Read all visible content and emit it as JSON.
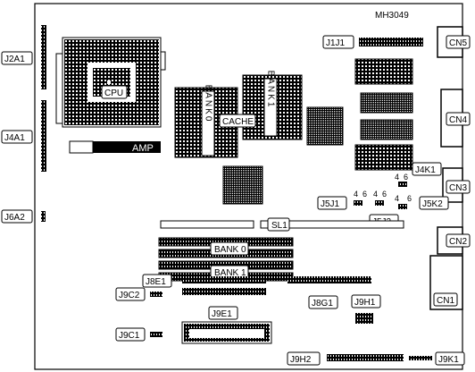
{
  "model_code": "MH3049",
  "labels": {
    "cpu": "CPU",
    "amp": "AMP",
    "cache": "CACHE",
    "bank0_cache": "BANK0",
    "bank1_cache": "BANK1",
    "j1j1": "J1J1",
    "j2a1": "J2A1",
    "j4a1": "J4A1",
    "j6a2": "J6A2",
    "cn5": "CN5",
    "cn4": "CN4",
    "cn3": "CN3",
    "cn2": "CN2",
    "cn1": "CN1",
    "j4k1": "J4K1",
    "j5k2": "J5K2",
    "j5j1": "J5J1",
    "j5j2": "J5J2",
    "sl1": "SL1",
    "bank0": "BANK 0",
    "bank1": "BANK 1",
    "j8e1": "J8E1",
    "j8g1": "J8G1",
    "j9c2": "J9C2",
    "j9e1": "J9E1",
    "j9h1": "J9H1",
    "j9c1": "J9C1",
    "j9h2": "J9H2",
    "j9k1": "J9K1"
  },
  "pin_numbers": {
    "j4k1_left": "4",
    "j4k1_right": "6",
    "j5j1_left": "4",
    "j5j1_right": "6",
    "j5j2_left": "4",
    "j5j2_right": "6",
    "j5k2_left": "4",
    "j5k2_right": "6"
  }
}
